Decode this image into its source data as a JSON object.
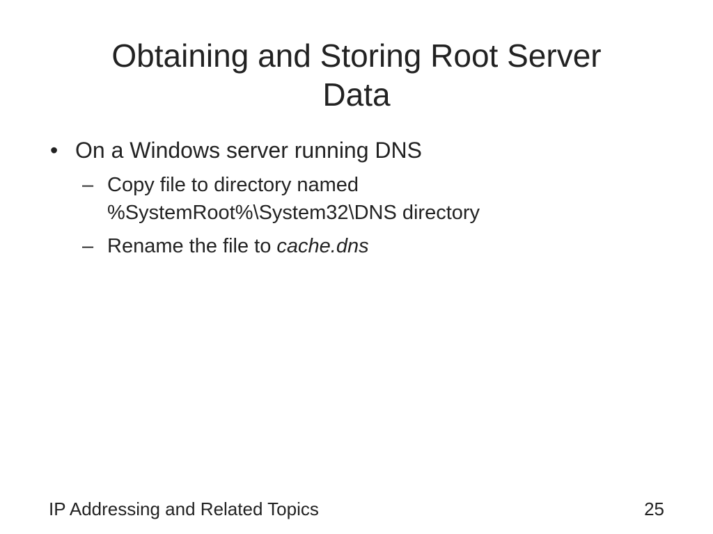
{
  "slide": {
    "title_line1": "Obtaining and Storing Root Server",
    "title_line2": "Data",
    "bullets": [
      {
        "marker": "•",
        "text": "On a Windows server running DNS",
        "subs": [
          {
            "marker": "–",
            "line1": "Copy file to directory named",
            "line2": "%SystemRoot%\\System32\\DNS directory"
          },
          {
            "marker": "–",
            "text": "Rename the file to ",
            "emphasis": "cache.dns"
          }
        ]
      }
    ],
    "footer": {
      "left": "IP Addressing and Related Topics",
      "page_number": "25"
    }
  }
}
